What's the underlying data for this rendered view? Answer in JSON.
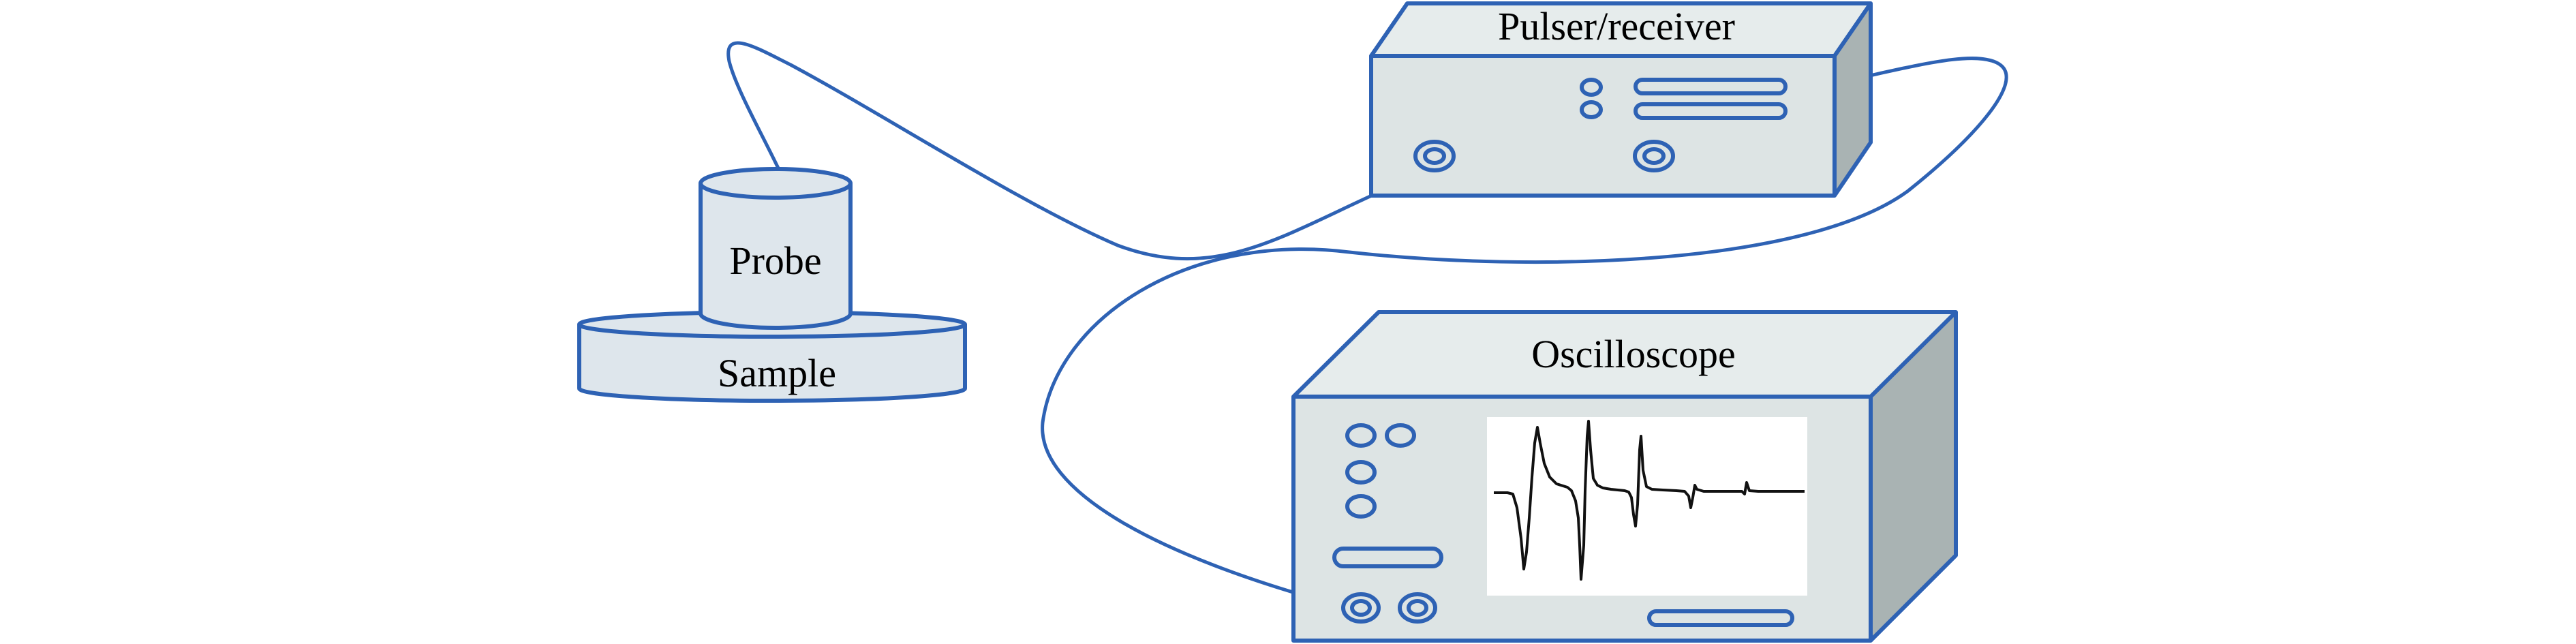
{
  "diagram": {
    "title": "Ultrasonic pulse-echo measurement setup",
    "labels": {
      "pulser": "Pulser/receiver",
      "oscilloscope": "Oscilloscope",
      "probe": "Probe",
      "sample": "Sample"
    },
    "colors": {
      "outline": "#2e62b4",
      "face": "#dde4e4",
      "top": "#e6ecec",
      "side": "#a9b3b3",
      "cylinder": "#dee6ec",
      "screen": "#ffffff",
      "trace": "#111111"
    },
    "connections": [
      {
        "from": "probe",
        "to": "pulser_receiver"
      },
      {
        "from": "pulser_receiver",
        "to": "oscilloscope"
      }
    ]
  }
}
